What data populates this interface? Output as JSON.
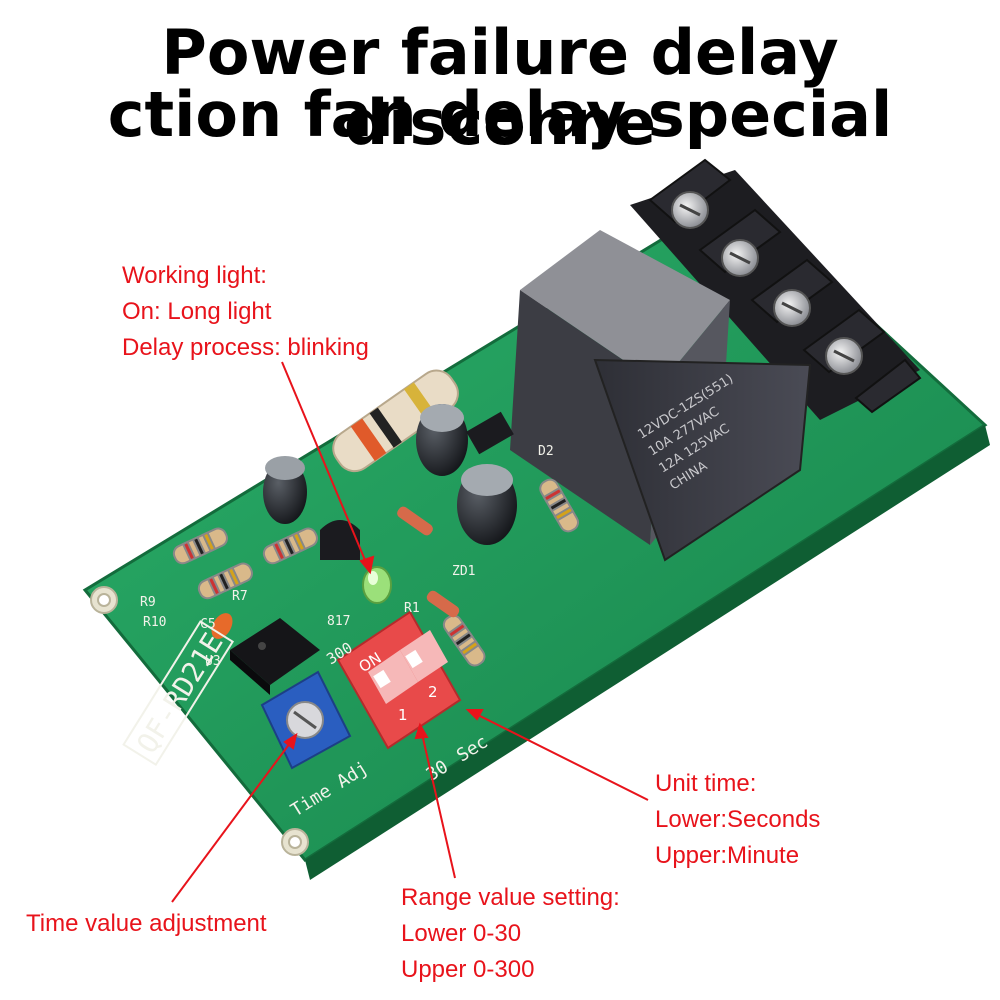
{
  "title": {
    "line1": "Power failure delay disconne",
    "line2": "ction fan delay special"
  },
  "annotations": {
    "working_light": [
      "Working light:",
      "On: Long light",
      "Delay process: blinking"
    ],
    "unit_time": [
      "Unit time:",
      "Lower:Seconds",
      "Upper:Minute"
    ],
    "range_value": [
      "Range value setting:",
      "Lower 0-30",
      "Upper 0-300"
    ],
    "time_adjust": [
      "Time value adjustment"
    ]
  },
  "board_text": {
    "model": "QF-RD21E",
    "time_adj": "Time Adj",
    "range_30": "30",
    "range_sec": "Sec",
    "range_300": "300",
    "dip_on": "ON",
    "dip_1": "1",
    "dip_2": "2",
    "relay_line1": "12VDC-1ZS(551)",
    "relay_line2": "10A 277VAC",
    "relay_line3": "12A 125VAC",
    "relay_line4": "CHINA",
    "ic_u3": "U3",
    "ic_817": "817",
    "r9": "R9",
    "r10": "R10",
    "r7": "R7",
    "c5": "C5",
    "r1": "R1",
    "d2": "D2",
    "zd1": "ZD1"
  },
  "colors": {
    "annotation": "#e8131b",
    "pcb": "#1e9a5a",
    "relay": "#3a3a40",
    "dip_switch": "#e84a4a",
    "potentiometer": "#2a5ec0"
  }
}
